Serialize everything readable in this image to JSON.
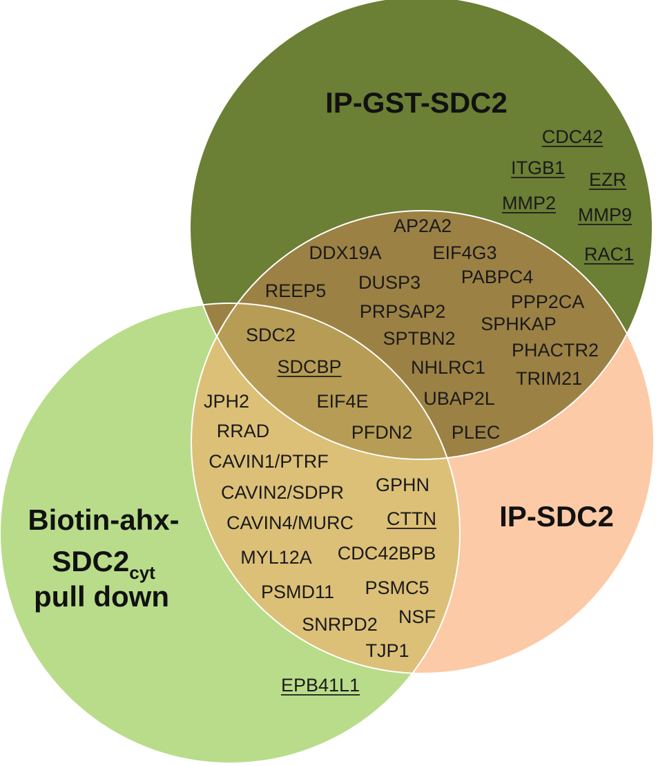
{
  "colors": {
    "ip_gst_sdc2": "#6b7f35",
    "ip_sdc2": "#fccaa6",
    "biotin": "#b9dc8a",
    "overlap_gst_ip": "#9c8145",
    "overlap_all": "#b79c55",
    "overlap_ip_biotin": "#dcc077",
    "text": "#1a1a1a",
    "outline": "#ffffff"
  },
  "sets": {
    "ip_gst_sdc2": {
      "title": "IP-GST-SDC2"
    },
    "ip_sdc2": {
      "title": "IP-SDC2"
    },
    "biotin": {
      "title_line1": "Biotin-ahx-",
      "title_line2": "SDC2",
      "title_line2_sub": "cyt",
      "title_line3": "pull down"
    }
  },
  "regions": {
    "gst_only": [
      {
        "name": "CDC42",
        "underlined": true
      },
      {
        "name": "ITGB1",
        "underlined": true
      },
      {
        "name": "EZR",
        "underlined": true
      },
      {
        "name": "MMP2",
        "underlined": true
      },
      {
        "name": "MMP9",
        "underlined": true
      },
      {
        "name": "RAC1",
        "underlined": true
      }
    ],
    "gst_and_ip": [
      {
        "name": "AP2A2",
        "underlined": false
      },
      {
        "name": "DDX19A",
        "underlined": false
      },
      {
        "name": "EIF4G3",
        "underlined": false
      },
      {
        "name": "REEP5",
        "underlined": false
      },
      {
        "name": "DUSP3",
        "underlined": false
      },
      {
        "name": "PABPC4",
        "underlined": false
      },
      {
        "name": "PPP2CA",
        "underlined": false
      },
      {
        "name": "PRPSAP2",
        "underlined": false
      },
      {
        "name": "SPHKAP",
        "underlined": false
      },
      {
        "name": "SPTBN2",
        "underlined": false
      },
      {
        "name": "PHACTR2",
        "underlined": false
      },
      {
        "name": "NHLRC1",
        "underlined": false
      },
      {
        "name": "TRIM21",
        "underlined": false
      },
      {
        "name": "UBAP2L",
        "underlined": false
      },
      {
        "name": "PLEC",
        "underlined": false
      }
    ],
    "all_three": [
      {
        "name": "SDC2",
        "underlined": false
      },
      {
        "name": "SDCBP",
        "underlined": true
      },
      {
        "name": "EIF4E",
        "underlined": false
      },
      {
        "name": "PFDN2",
        "underlined": false
      }
    ],
    "ip_and_biotin": [
      {
        "name": "JPH2",
        "underlined": false
      },
      {
        "name": "RRAD",
        "underlined": false
      },
      {
        "name": "CAVIN1/PTRF",
        "underlined": false
      },
      {
        "name": "GPHN",
        "underlined": false
      },
      {
        "name": "CAVIN2/SDPR",
        "underlined": false
      },
      {
        "name": "CAVIN4/MURC",
        "underlined": false
      },
      {
        "name": "CTTN",
        "underlined": true
      },
      {
        "name": "MYL12A",
        "underlined": false
      },
      {
        "name": "CDC42BPB",
        "underlined": false
      },
      {
        "name": "PSMD11",
        "underlined": false
      },
      {
        "name": "PSMC5",
        "underlined": false
      },
      {
        "name": "SNRPD2",
        "underlined": false
      },
      {
        "name": "NSF",
        "underlined": false
      },
      {
        "name": "TJP1",
        "underlined": false
      }
    ],
    "biotin_only": [
      {
        "name": "EPB41L1",
        "underlined": true
      }
    ]
  }
}
